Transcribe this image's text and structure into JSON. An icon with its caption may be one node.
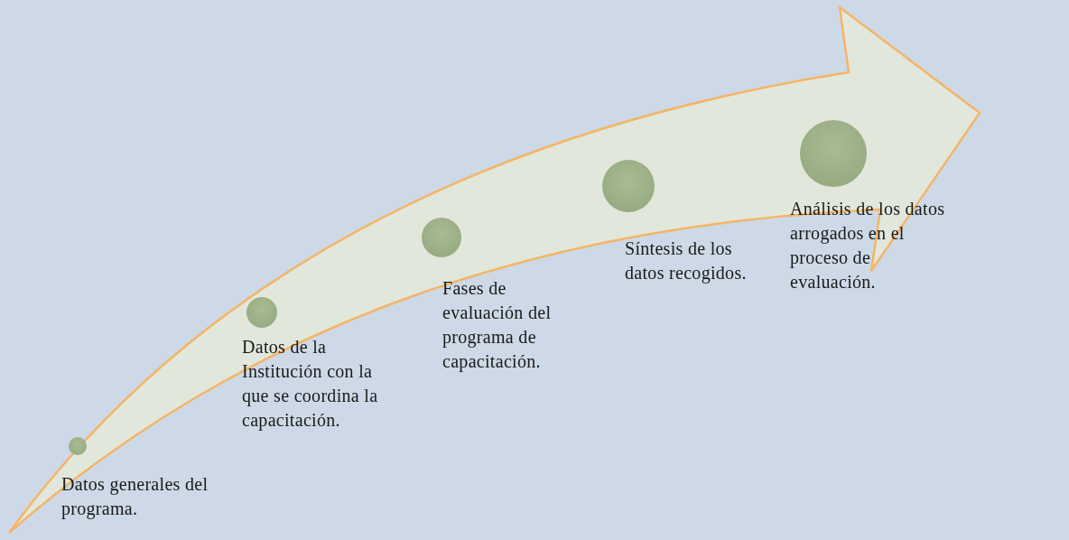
{
  "diagram": {
    "nodes": [
      {
        "text": [],
        "shape": "circle",
        "beside": [
          "Datos generales del programa."
        ]
      },
      {
        "text": [],
        "shape": "circle",
        "beside": [
          "Datos de la Institución con la que se coordina la capacitación."
        ]
      },
      {
        "text": [],
        "shape": "circle",
        "beside": [
          "Fases de evaluación del programa de capacitación."
        ]
      },
      {
        "text": [],
        "shape": "circle",
        "beside": [
          "Síntesis de los datos recogidos."
        ]
      },
      {
        "text": [],
        "shape": "circle",
        "beside": [
          "Análisis de los datos arrogados en el proceso de evaluación."
        ]
      }
    ]
  }
}
